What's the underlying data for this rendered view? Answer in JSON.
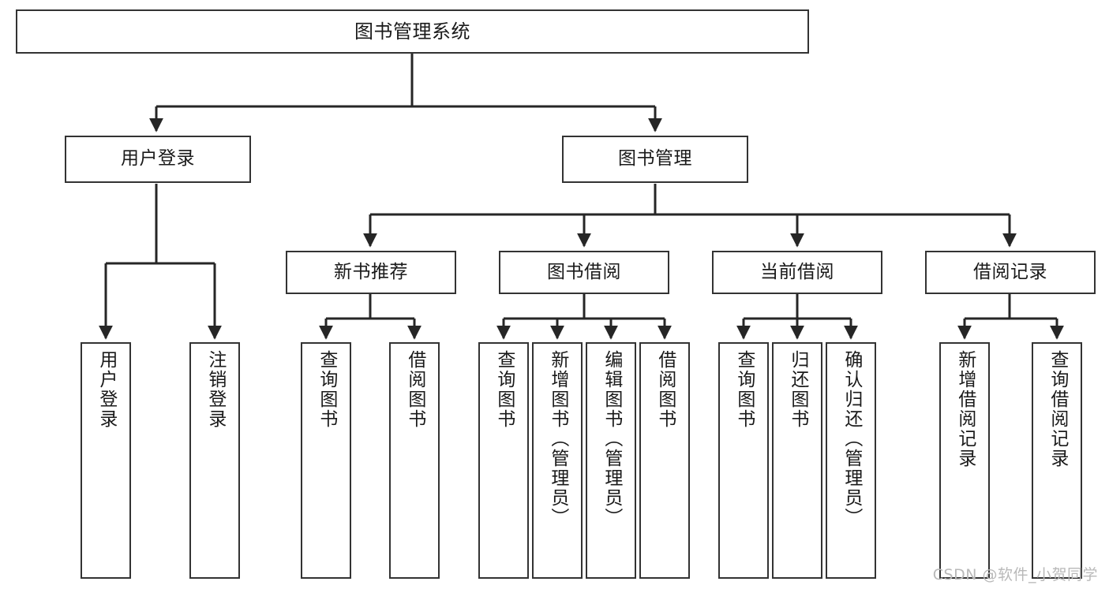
{
  "diagram": {
    "title": "图书管理系统",
    "root": {
      "label": "图书管理系统"
    },
    "level2": [
      {
        "label": "用户登录"
      },
      {
        "label": "图书管理"
      }
    ],
    "level3": [
      {
        "label": "新书推荐"
      },
      {
        "label": "图书借阅"
      },
      {
        "label": "当前借阅"
      },
      {
        "label": "借阅记录"
      }
    ],
    "leaves": {
      "user_login": [
        {
          "label": "用户登录"
        },
        {
          "label": "注销登录"
        }
      ],
      "new_book_recommend": [
        {
          "label": "查询图书"
        },
        {
          "label": "借阅图书"
        }
      ],
      "book_borrow": [
        {
          "label": "查询图书"
        },
        {
          "label": "新增图书（管理员）"
        },
        {
          "label": "编辑图书（管理员）"
        },
        {
          "label": "借阅图书"
        }
      ],
      "current_borrow": [
        {
          "label": "查询图书"
        },
        {
          "label": "归还图书"
        },
        {
          "label": "确认归还（管理员）"
        }
      ],
      "borrow_record": [
        {
          "label": "新增借阅记录"
        },
        {
          "label": "查询借阅记录"
        }
      ]
    }
  },
  "watermark": {
    "text": "CSDN @软件_小贺同学"
  },
  "colors": {
    "box_border": "#333333",
    "connector": "#262626",
    "background": "#ffffff",
    "text": "#1a1a1a",
    "watermark": "#b9b9b9"
  }
}
